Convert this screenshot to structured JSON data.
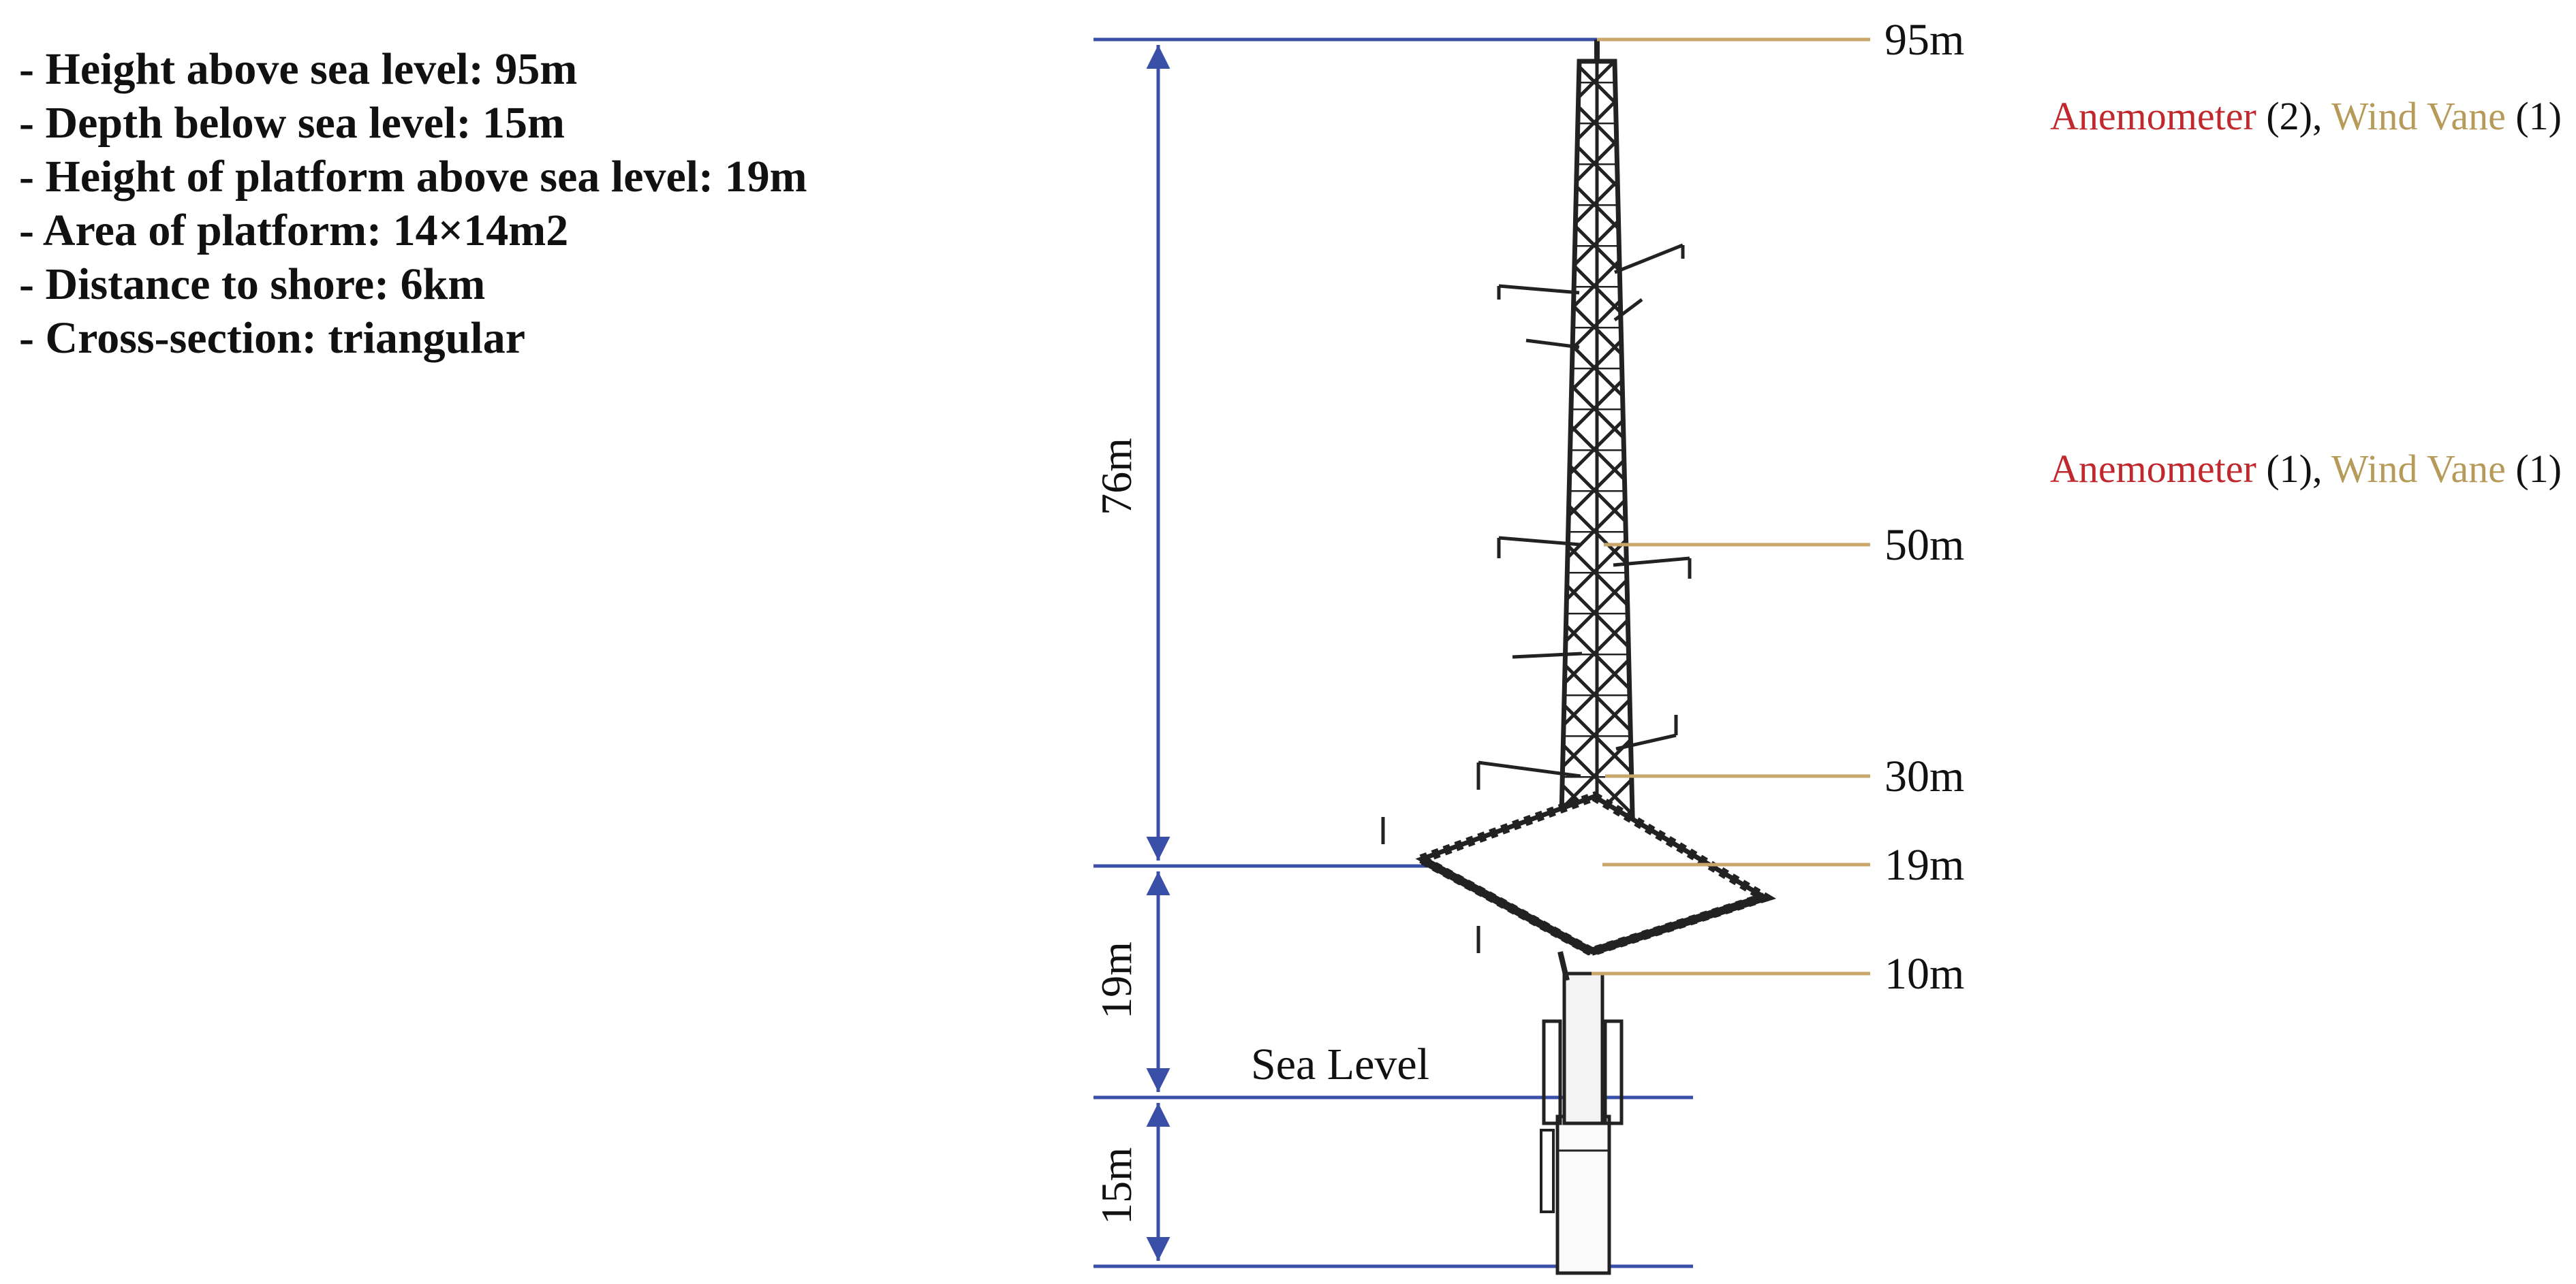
{
  "specs": [
    "- Height above sea level: 95m",
    "- Depth below sea level: 15m",
    "- Height of platform above sea level: 19m",
    "- Area of platform: 14×14m2",
    "- Distance to shore: 6km",
    "- Cross-section: triangular"
  ],
  "dimensions": {
    "upper": "76m",
    "middle": "19m",
    "lower": "15m"
  },
  "sea_level_label": "Sea Level",
  "height_labels": {
    "h95": "95m",
    "h50": "50m",
    "h30": "30m",
    "h19": "19m",
    "h10": "10m"
  },
  "sensors": {
    "top": {
      "anemometer": "Anemometer",
      "anemometer_count": " (2), ",
      "vane": "Wind Vane",
      "vane_count": " (1)"
    },
    "mid": {
      "anemometer": "Anemometer",
      "anemometer_count": " (1), ",
      "vane": "Wind Vane",
      "vane_count": " (1)"
    }
  },
  "colors": {
    "dimension_line": "#3a4fa8",
    "leader_line": "#c9a66b",
    "anemometer": "#c0282e",
    "wind_vane": "#b59a5a",
    "structure": "#222222"
  }
}
